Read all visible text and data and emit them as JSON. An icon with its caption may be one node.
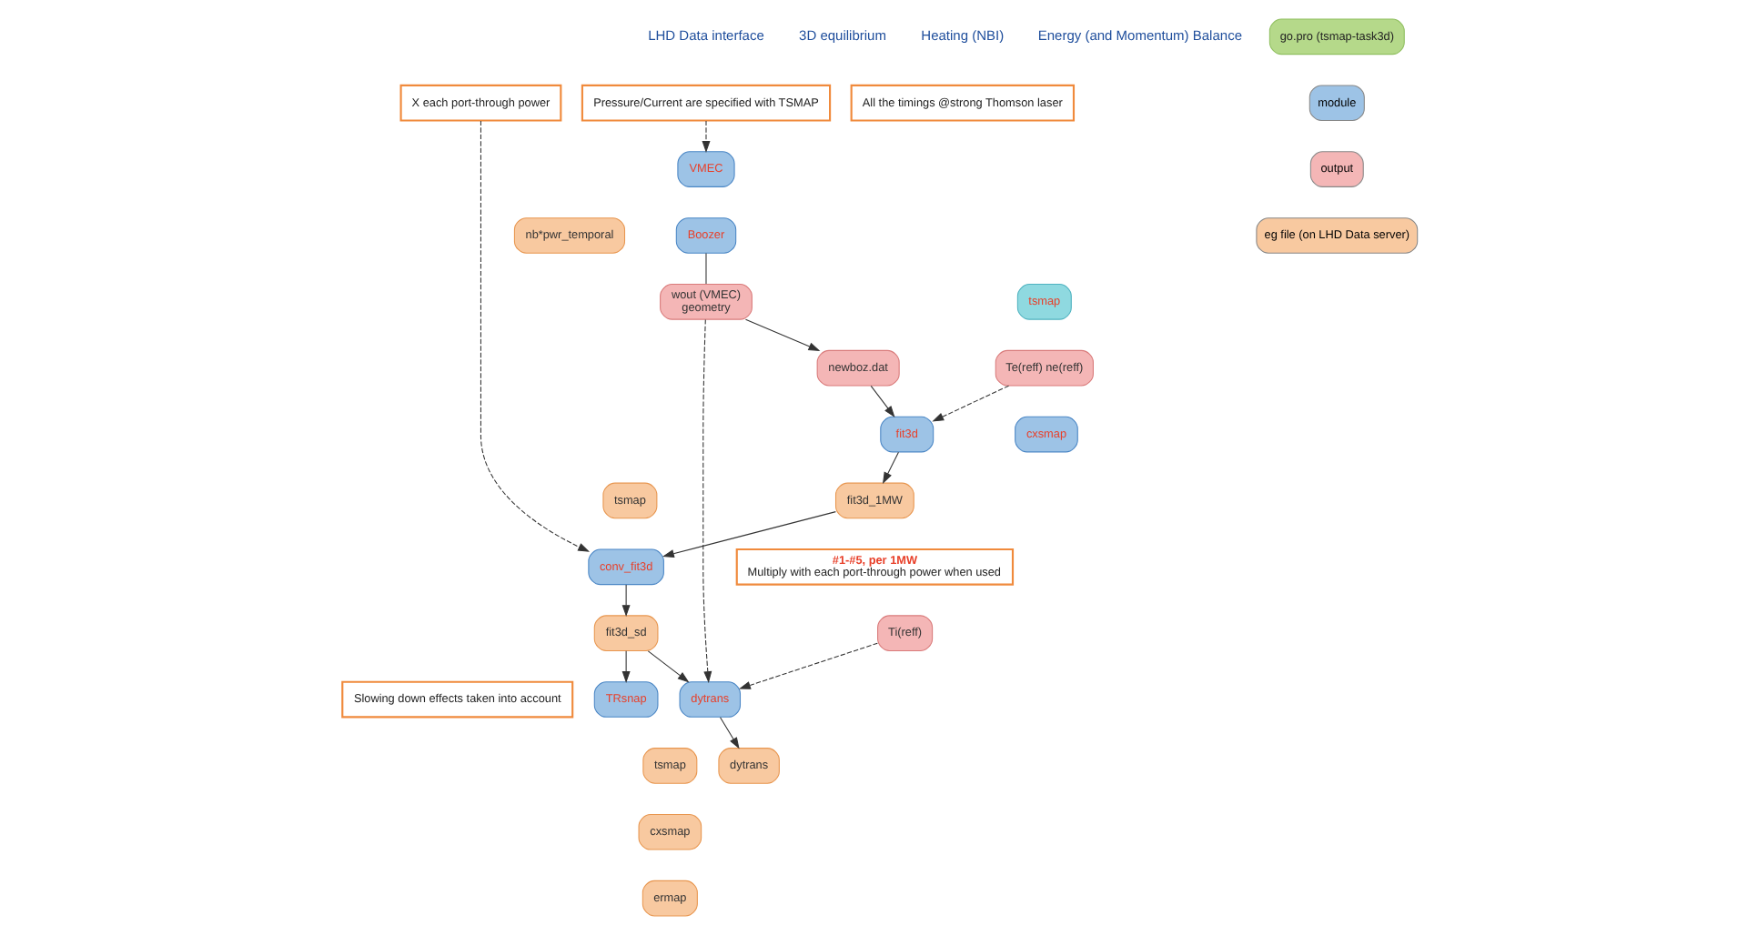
{
  "diagram": {
    "nodes": [
      {
        "text": [
          "Pressure/Current are specified with TSMAP"
        ]
      },
      {
        "text": [
          "All the timings @strong Thomson laser"
        ]
      },
      {
        "text": [
          "X each port-through power"
        ]
      },
      {
        "text": [
          "go.pro (tsmap-task3d)"
        ]
      },
      {
        "text": [
          "tsmap"
        ]
      },
      {
        "text": [
          "Te(reff) ne(reff)"
        ]
      },
      {
        "text": [
          "VMEC"
        ]
      },
      {
        "text": [
          "Boozer"
        ]
      },
      {
        "text": [
          "fit3d"
        ]
      },
      {
        "text": [
          "nb*pwr_temporal"
        ]
      },
      {
        "text": [
          "tsmap"
        ]
      },
      {
        "text": [
          "conv_fit3d"
        ]
      },
      {
        "text": [
          "cxsmap"
        ]
      },
      {
        "text": [
          "Ti(reff)"
        ]
      },
      {
        "text": [
          "wout (VMEC)",
          "geometry"
        ]
      },
      {
        "text": [
          "newboz.dat"
        ]
      },
      {
        "text": [
          "TRsnap"
        ]
      },
      {
        "text": [
          "dytrans"
        ]
      },
      {
        "text": [
          "tsmap"
        ]
      },
      {
        "text": [
          "cxsmap"
        ]
      },
      {
        "text": [
          "ermap"
        ]
      },
      {
        "text": [
          "fit3d_1MW"
        ]
      },
      {
        "text": [
          "dytrans"
        ]
      },
      {
        "text": [
          "#1-#5, per 1MW",
          "Multiply with each port-through power when used"
        ]
      },
      {
        "text": [
          "fit3d_sd"
        ]
      },
      {
        "text": [
          "Slowing down effects taken into account"
        ]
      }
    ],
    "edges": [
      {
        "from": 0,
        "to": 6,
        "arrow": "to",
        "style": "dashed"
      },
      {
        "from": 5,
        "to": 8,
        "arrow": "to",
        "style": "dashed"
      },
      {
        "from": 7,
        "to": 14,
        "arrow": "none"
      },
      {
        "from": 14,
        "to": 15,
        "arrow": "to"
      },
      {
        "from": 15,
        "to": 8,
        "arrow": "to"
      },
      {
        "from": 14,
        "to": 17,
        "arrow": "to",
        "style": "dashed"
      },
      {
        "from": 13,
        "to": 17,
        "arrow": "to",
        "style": "dashed"
      },
      {
        "from": 8,
        "to": 21,
        "arrow": "to"
      },
      {
        "from": 21,
        "to": 11,
        "arrow": "to"
      },
      {
        "from": 2,
        "to": 11,
        "arrow": "to",
        "style": "dashed"
      },
      {
        "from": 11,
        "to": 24,
        "arrow": "to"
      },
      {
        "from": 24,
        "to": 16,
        "arrow": "to"
      },
      {
        "from": 24,
        "to": 17,
        "arrow": "to"
      },
      {
        "from": 17,
        "to": 22,
        "arrow": "to"
      }
    ],
    "labels": [
      "LHD Data interface",
      "3D equilibrium",
      "Heating (NBI)",
      "Energy (and Momentum) Balance"
    ],
    "legend": [
      {
        "text": "module",
        "color": "#9dc3e6"
      },
      {
        "text": "output",
        "color": "#f4b6b6"
      },
      {
        "text": "eg file (on LHD Data server)",
        "color": "#f8c9a0"
      }
    ]
  }
}
